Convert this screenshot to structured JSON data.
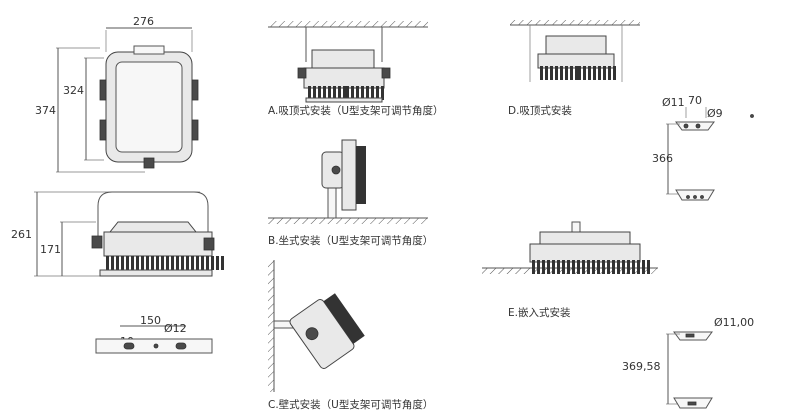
{
  "dimensions": {
    "front_width": "276",
    "front_inner_height": "324",
    "front_outer_height": "374",
    "side_total_height": "261",
    "side_body_height": "171",
    "bracket_length": "150",
    "bracket_hole": "Ø12",
    "bracket_slot": "10",
    "ceiling_mount_d1": "Ø11",
    "ceiling_mount_w": "70",
    "ceiling_mount_d2": "Ø9",
    "ceiling_mount_h": "366",
    "embed_hole": "Ø11,00",
    "embed_height": "369,58"
  },
  "captions": {
    "a": "A.吸顶式安装（U型支架可调节角度）",
    "b": "B.坐式安装（U型支架可调节角度）",
    "c": "C.壁式安装（U型支架可调节角度）",
    "d": "D.吸顶式安装",
    "e": "E.嵌入式安装"
  },
  "colors": {
    "line": "#555555",
    "body": "#e9e9e9",
    "dark": "#4a4a4a"
  }
}
